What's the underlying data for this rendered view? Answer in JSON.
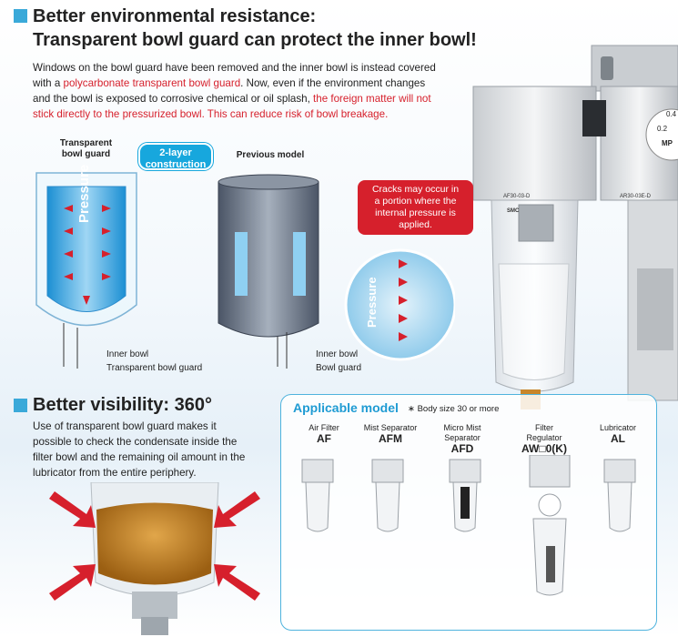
{
  "section1": {
    "heading_line1": "Better environmental resistance:",
    "heading_line2": "Transparent bowl guard can protect the inner bowl!",
    "para_1": "Windows on the bowl guard have been removed and the inner bowl is instead covered",
    "para_2a": "with a ",
    "para_2_highlight": "polycarbonate transparent bowl guard",
    "para_2b": ". Now, even if the environment changes",
    "para_3a": "and the bowl is exposed to corrosive chemical or oil splash, ",
    "para_3_highlight": "the foreign matter will not",
    "para_4_highlight": "stick directly to the pressurized bowl. This can reduce risk of bowl breakage."
  },
  "diagram": {
    "label_transparent_l1": "Transparent",
    "label_transparent_l2": "bowl guard",
    "bubble_l1": "2-layer",
    "bubble_l2": "construction",
    "label_previous": "Previous model",
    "pressure_left": "Pressure",
    "pressure_right": "Pressure",
    "legend_left_1": "Inner bowl",
    "legend_left_2": "Transparent bowl guard",
    "legend_right_1": "Inner bowl",
    "legend_right_2": "Bowl guard",
    "crack_l1": "Cracks may occur in",
    "crack_l2": "a portion where the",
    "crack_l3": "internal pressure is",
    "crack_l4": "applied."
  },
  "product_labels": {
    "model_af": "AF30-03-D",
    "model_ar": "AR30-03E-D",
    "brand": "SMC",
    "gauge_1": "0.4",
    "gauge_2": "0.2",
    "gauge_unit": "MP"
  },
  "section2": {
    "heading": "Better visibility: 360°",
    "para_1": "Use of transparent bowl guard makes it",
    "para_2": "possible to check the condensate inside the",
    "para_3": "filter bowl and the remaining oil amount in the",
    "para_4": "lubricator from the entire periphery."
  },
  "applicable": {
    "title": "Applicable model",
    "note": "∗ Body size 30 or more",
    "models": [
      {
        "name_l1": "Air Filter",
        "name_l2": "",
        "code": "AF"
      },
      {
        "name_l1": "Mist Separator",
        "name_l2": "",
        "code": "AFM"
      },
      {
        "name_l1": "Micro Mist",
        "name_l2": "Separator",
        "code": "AFD"
      },
      {
        "name_l1": "Filter",
        "name_l2": "Regulator",
        "code": "AW□0(K)"
      },
      {
        "name_l1": "Lubricator",
        "name_l2": "",
        "code": "AL"
      }
    ]
  }
}
